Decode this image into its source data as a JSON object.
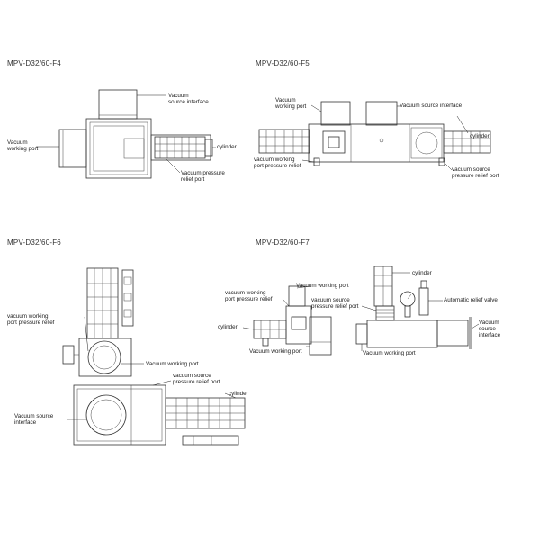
{
  "panels": {
    "f4": {
      "title": "MPV-D32/60-F4",
      "labels": {
        "vacuum_source_interface": [
          "Vacuum",
          "source interface"
        ],
        "vacuum_working_port": [
          "Vacuum",
          "working port"
        ],
        "cylinder": "cylinder",
        "vacuum_pressure_relief_port": [
          "Vacuum pressure",
          "relief port"
        ]
      }
    },
    "f5": {
      "title": "MPV-D32/60-F5",
      "labels": {
        "vacuum_working_port": [
          "Vacuum",
          "working port"
        ],
        "vacuum_source_interface": "Vacuum source interface",
        "cylinder": "cylinder",
        "vacuum_working_port_pressure_relief": [
          "vacuum working",
          "port pressure relief"
        ],
        "vacuum_source_pressure_relief_port": [
          "vacuum source",
          "pressure relief port"
        ]
      }
    },
    "f6": {
      "title": "MPV-D32/60-F6",
      "labels": {
        "vacuum_working_port_pressure_relief": [
          "vacuum working",
          "port pressure relief"
        ],
        "vacuum_working_port": "Vacuum working port",
        "vacuum_source_pressure_relief_port": [
          "vacuum source",
          "pressure relief port"
        ],
        "cylinder": "cylinder",
        "vacuum_source_interface": [
          "Vacuum source",
          "interface"
        ]
      }
    },
    "f7": {
      "title": "MPV-D32/60-F7",
      "labels": {
        "cylinder_top": "cylinder",
        "vacuum_working_port_pressure_relief": [
          "vacuum working",
          "port pressure relief"
        ],
        "vacuum_working_port_top": "Vacuum working port",
        "vacuum_source_pressure_relief_port": [
          "vacuum source",
          "pressure relief port"
        ],
        "automatic_relief_valve": "Automatic relief valve",
        "cylinder_left": "cylinder",
        "vacuum_working_port_bottom": "Vacuum working port",
        "vacuum_working_port_right": "Vacuum working port",
        "vacuum_source_interface": [
          "Vacuum",
          "source",
          "interface"
        ]
      }
    }
  }
}
